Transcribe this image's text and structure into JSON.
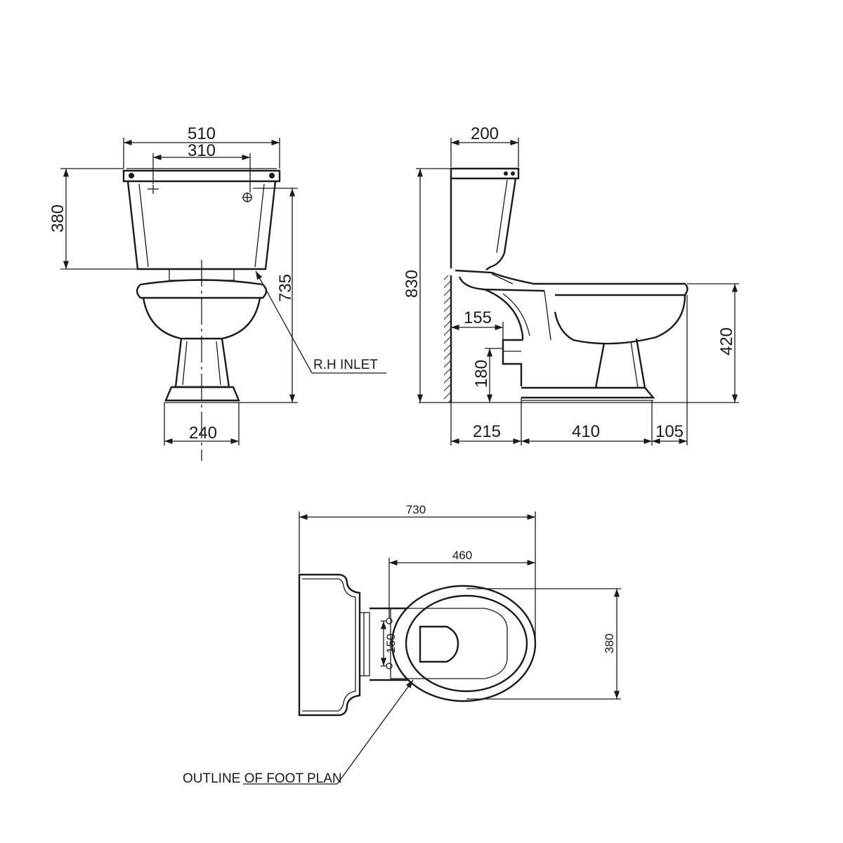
{
  "front_view": {
    "width_overall": "510",
    "inlet_spacing": "310",
    "tank_height": "380",
    "inlet_height": "735",
    "foot_width": "240",
    "inlet_note": "R.H INLET"
  },
  "side_view": {
    "tank_depth": "200",
    "total_height": "830",
    "outlet_setback": "155",
    "outlet_height": "180",
    "rim_height": "420",
    "wall_to_foot": "215",
    "foot_length": "410",
    "bowl_overhang": "105"
  },
  "plan_view": {
    "overall_length": "730",
    "bowl_length": "460",
    "bowl_width": "380",
    "hinge_spacing": "150",
    "foot_note": "OUTLINE OF FOOT PLAN"
  }
}
